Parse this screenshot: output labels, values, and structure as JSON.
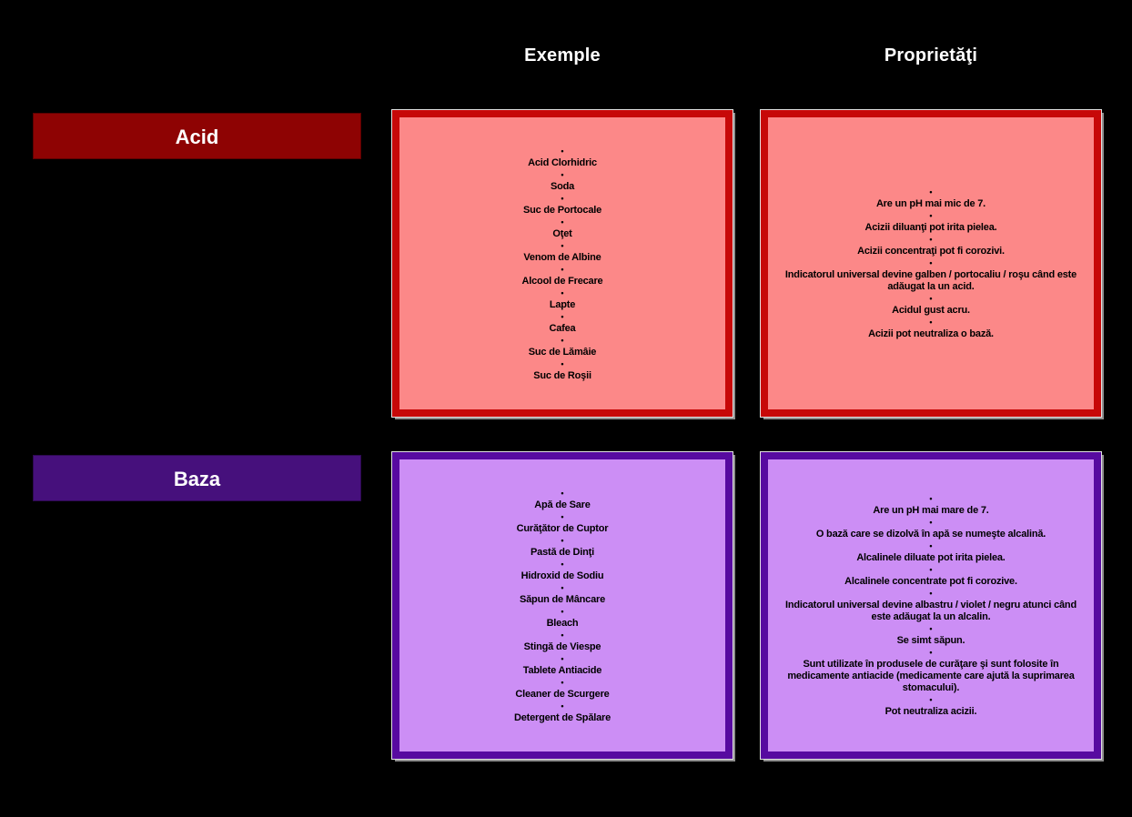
{
  "page": {
    "background": "#000000"
  },
  "columns": [
    {
      "label": "Exemple"
    },
    {
      "label": "Proprietăţi"
    }
  ],
  "rows": [
    {
      "id": "acid",
      "label": "Acid",
      "label_bg": "#8e0303",
      "box_border": "#c70808",
      "box_fill": "#fc8888",
      "examples": [
        "Acid Clorhidric",
        "Soda",
        "Suc de Portocale",
        "Oţet",
        "Venom de Albine",
        "Alcool de Frecare",
        "Lapte",
        "Cafea",
        "Suc de Lămâie",
        "Suc de Roşii"
      ],
      "properties": [
        "Are un pH mai mic de 7.",
        "Acizii diluanţi pot irita pielea.",
        "Acizii concentraţi pot fi corozivi.",
        "Indicatorul universal devine galben / portocaliu / roşu când este adăugat la un acid.",
        "Acidul gust acru.",
        "Acizii pot neutraliza o bază."
      ]
    },
    {
      "id": "baza",
      "label": "Baza",
      "label_bg": "#46107c",
      "box_border": "#570aa0",
      "box_fill": "#cc8ef5",
      "examples": [
        "Apă de Sare",
        "Curăţător de Cuptor",
        "Pastă de Dinţi",
        "Hidroxid de Sodiu",
        "Săpun de Mâncare",
        "Bleach",
        "Stingă de Viespe",
        "Tablete Antiacide",
        "Cleaner de Scurgere",
        "Detergent de Spălare"
      ],
      "properties": [
        "Are un pH mai mare de 7.",
        "O bază care se dizolvă în apă se numeşte alcalină.",
        "Alcalinele diluate pot irita pielea.",
        "Alcalinele concentrate pot fi corozive.",
        "Indicatorul universal devine albastru / violet / negru atunci când este adăugat la un alcalin.",
        "Se simt săpun.",
        "Sunt utilizate în produsele de curăţare şi sunt folosite în medicamente antiacide (medicamente care ajută la suprimarea stomacului).",
        "Pot neutraliza acizii."
      ]
    }
  ]
}
